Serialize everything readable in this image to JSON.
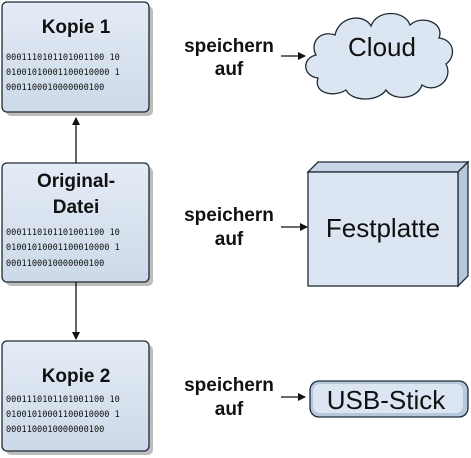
{
  "files": {
    "copy1": {
      "title_lines": [
        "Kopie 1"
      ],
      "bits": [
        "0001110101101001100 10",
        "01001010001100010000 1",
        "0001100010000000100"
      ]
    },
    "original": {
      "title_lines": [
        "Original-",
        "Datei"
      ],
      "bits": [
        "0001110101101001100 10",
        "01001010001100010000 1",
        "0001100010000000100"
      ]
    },
    "copy2": {
      "title_lines": [
        "Kopie 2"
      ],
      "bits": [
        "0001110101101001100 10",
        "01001010001100010000 1",
        "0001100010000000100"
      ]
    }
  },
  "edges": {
    "to_cloud": [
      "speichern",
      "auf"
    ],
    "to_disk": [
      "speichern",
      "auf"
    ],
    "to_usb": [
      "speichern",
      "auf"
    ]
  },
  "targets": {
    "cloud": "Cloud",
    "disk": "Festplatte",
    "usb": "USB-Stick"
  },
  "colors": {
    "box_fill": "#dce6f2",
    "stroke": "#1f2a36",
    "shadow": "#bdbdbd"
  }
}
